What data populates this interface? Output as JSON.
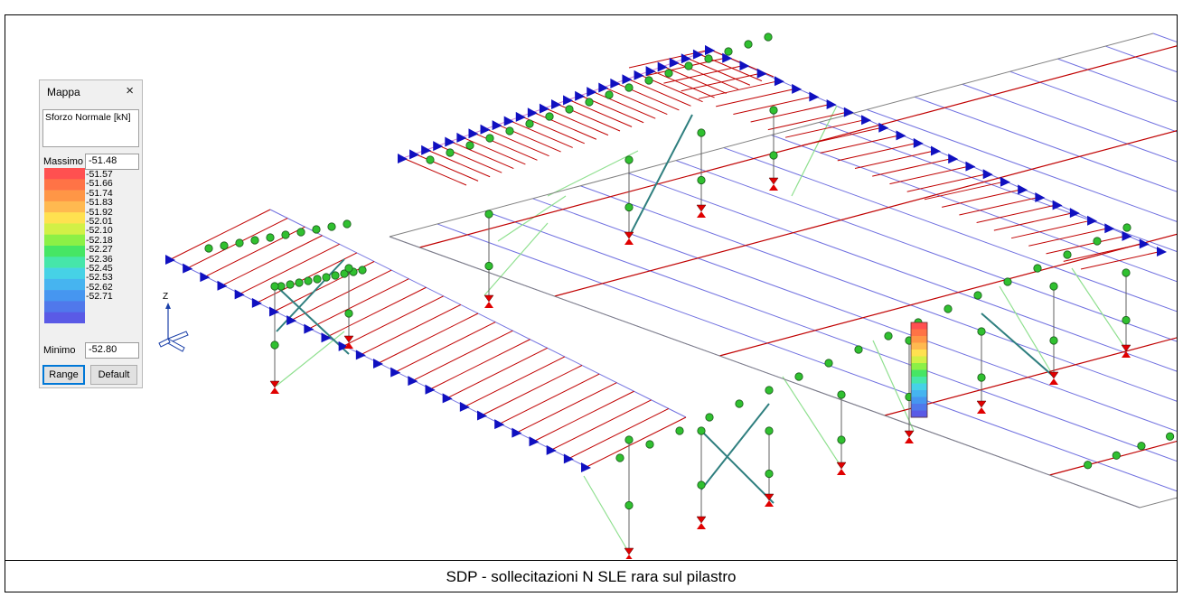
{
  "caption": "SDP - sollecitazioni N SLE rara sul pilastro",
  "mappa": {
    "title": "Mappa",
    "close_glyph": "×",
    "quantity": "Sforzo Normale [kN]",
    "max_label": "Massimo",
    "max_value": "-51.48",
    "min_label": "Minimo",
    "min_value": "-52.80",
    "scale_values": [
      "-51.57",
      "-51.66",
      "-51.74",
      "-51.83",
      "-51.92",
      "-52.01",
      "-52.10",
      "-52.18",
      "-52.27",
      "-52.36",
      "-52.45",
      "-52.53",
      "-52.62",
      "-52.71"
    ],
    "scale_colors": [
      "#ff5050",
      "#ff7346",
      "#ff9646",
      "#ffb950",
      "#ffe150",
      "#d2f046",
      "#8cf046",
      "#46e664",
      "#46e6aa",
      "#46d2e6",
      "#46b4f0",
      "#4696f0",
      "#5078eb",
      "#5a5ae6"
    ],
    "range_button": "Range",
    "default_button": "Default"
  },
  "axis_triad": {
    "z_label": "Z",
    "icon": "axis-triad-icon"
  },
  "model": {
    "colors": {
      "main_beam": "#c00000",
      "secondary_beam": "#7070e0",
      "brace": "#90e090",
      "column": "#606060",
      "diagonal": "#2f7f7f",
      "support_blue": "#1010c0",
      "support_red": "#e00000",
      "node_green": "#30c030"
    }
  }
}
